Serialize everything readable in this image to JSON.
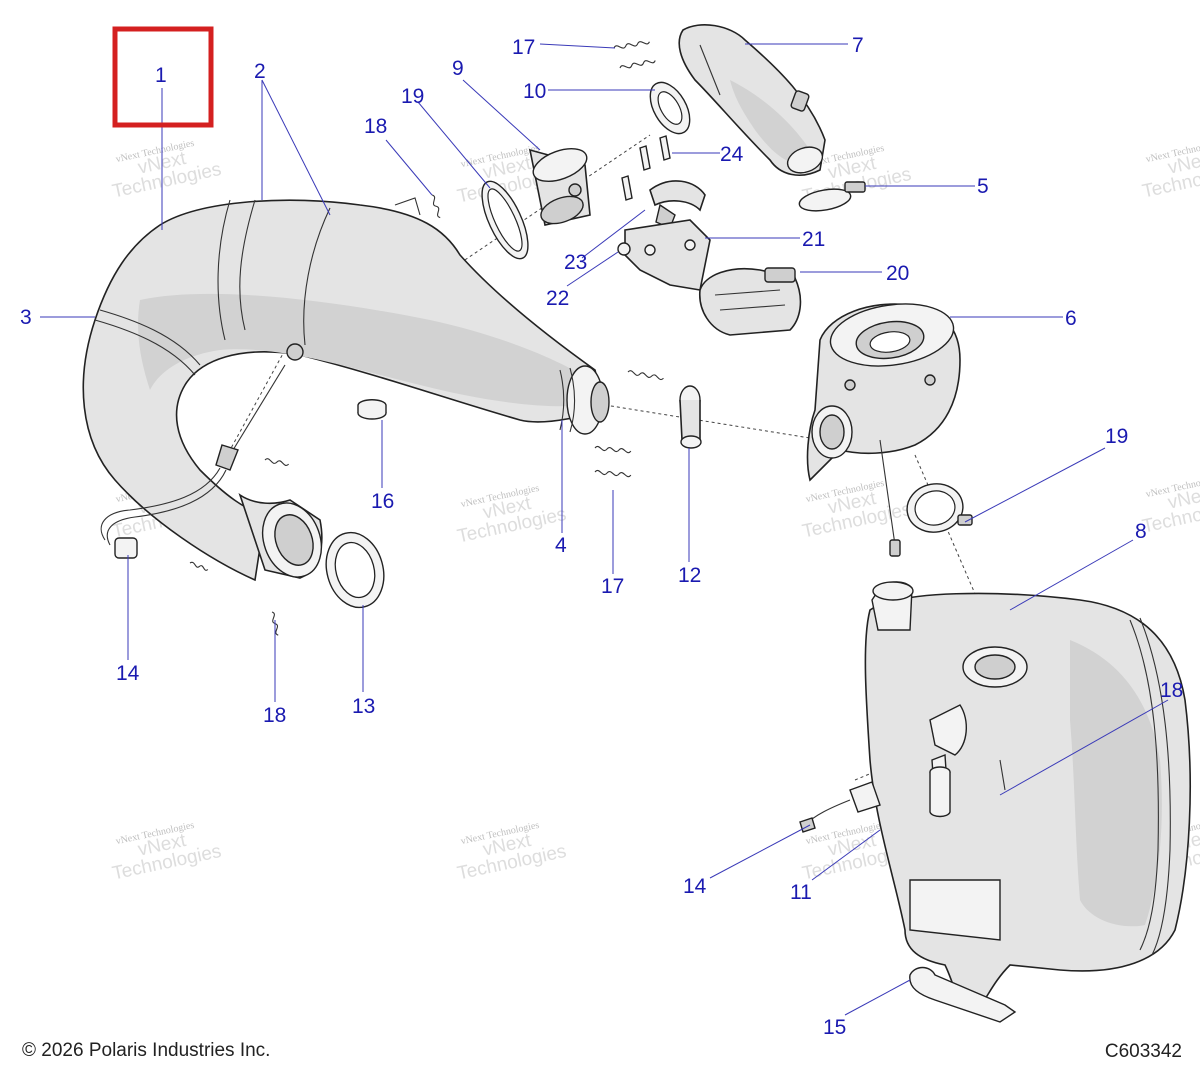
{
  "footer": {
    "copyright": "© 2026 Polaris Industries Inc.",
    "diagram_id": "C603342"
  },
  "watermark": {
    "line1": "vNext Technologies",
    "line2": "vNext",
    "line3": "Technologies"
  },
  "highlight": {
    "callout": "1",
    "color": "#d42020"
  },
  "callouts": {
    "c1": "1",
    "c2": "2",
    "c3": "3",
    "c4": "4",
    "c5": "5",
    "c6": "6",
    "c7": "7",
    "c8": "8",
    "c9": "9",
    "c10": "10",
    "c11": "11",
    "c12": "12",
    "c13": "13",
    "c14a": "14",
    "c14b": "14",
    "c15": "15",
    "c16": "16",
    "c17a": "17",
    "c17b": "17",
    "c18a": "18",
    "c18b": "18",
    "c18c": "18",
    "c19a": "19",
    "c19b": "19",
    "c20": "20",
    "c21": "21",
    "c22": "22",
    "c23": "23",
    "c24": "24"
  },
  "colors": {
    "callout_text": "#1a1ab0",
    "leader": "#3a3ab8",
    "part_fill": "#e4e4e4",
    "outline": "#222222"
  }
}
